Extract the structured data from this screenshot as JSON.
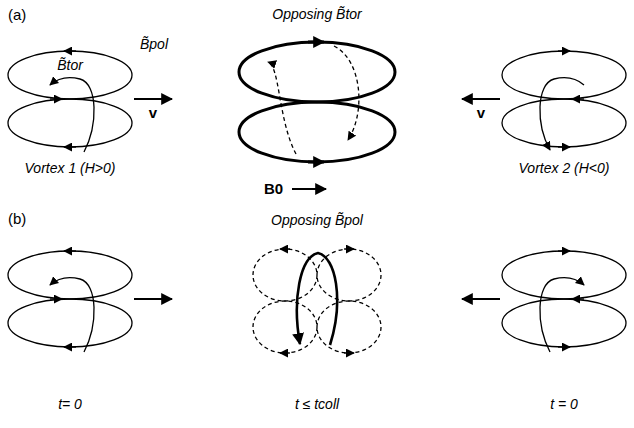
{
  "diagram": {
    "labels": [
      "(a)",
      "B̃pol",
      "B̃tor",
      "Opposing B̃tor",
      "v",
      "v",
      "Vortex 1 (H>0)",
      "Vortex 2 (H<0)",
      "B0",
      "(b)",
      "Opposing B̃pol",
      "t= 0",
      "t ≤ tcoll",
      "t = 0"
    ]
  }
}
